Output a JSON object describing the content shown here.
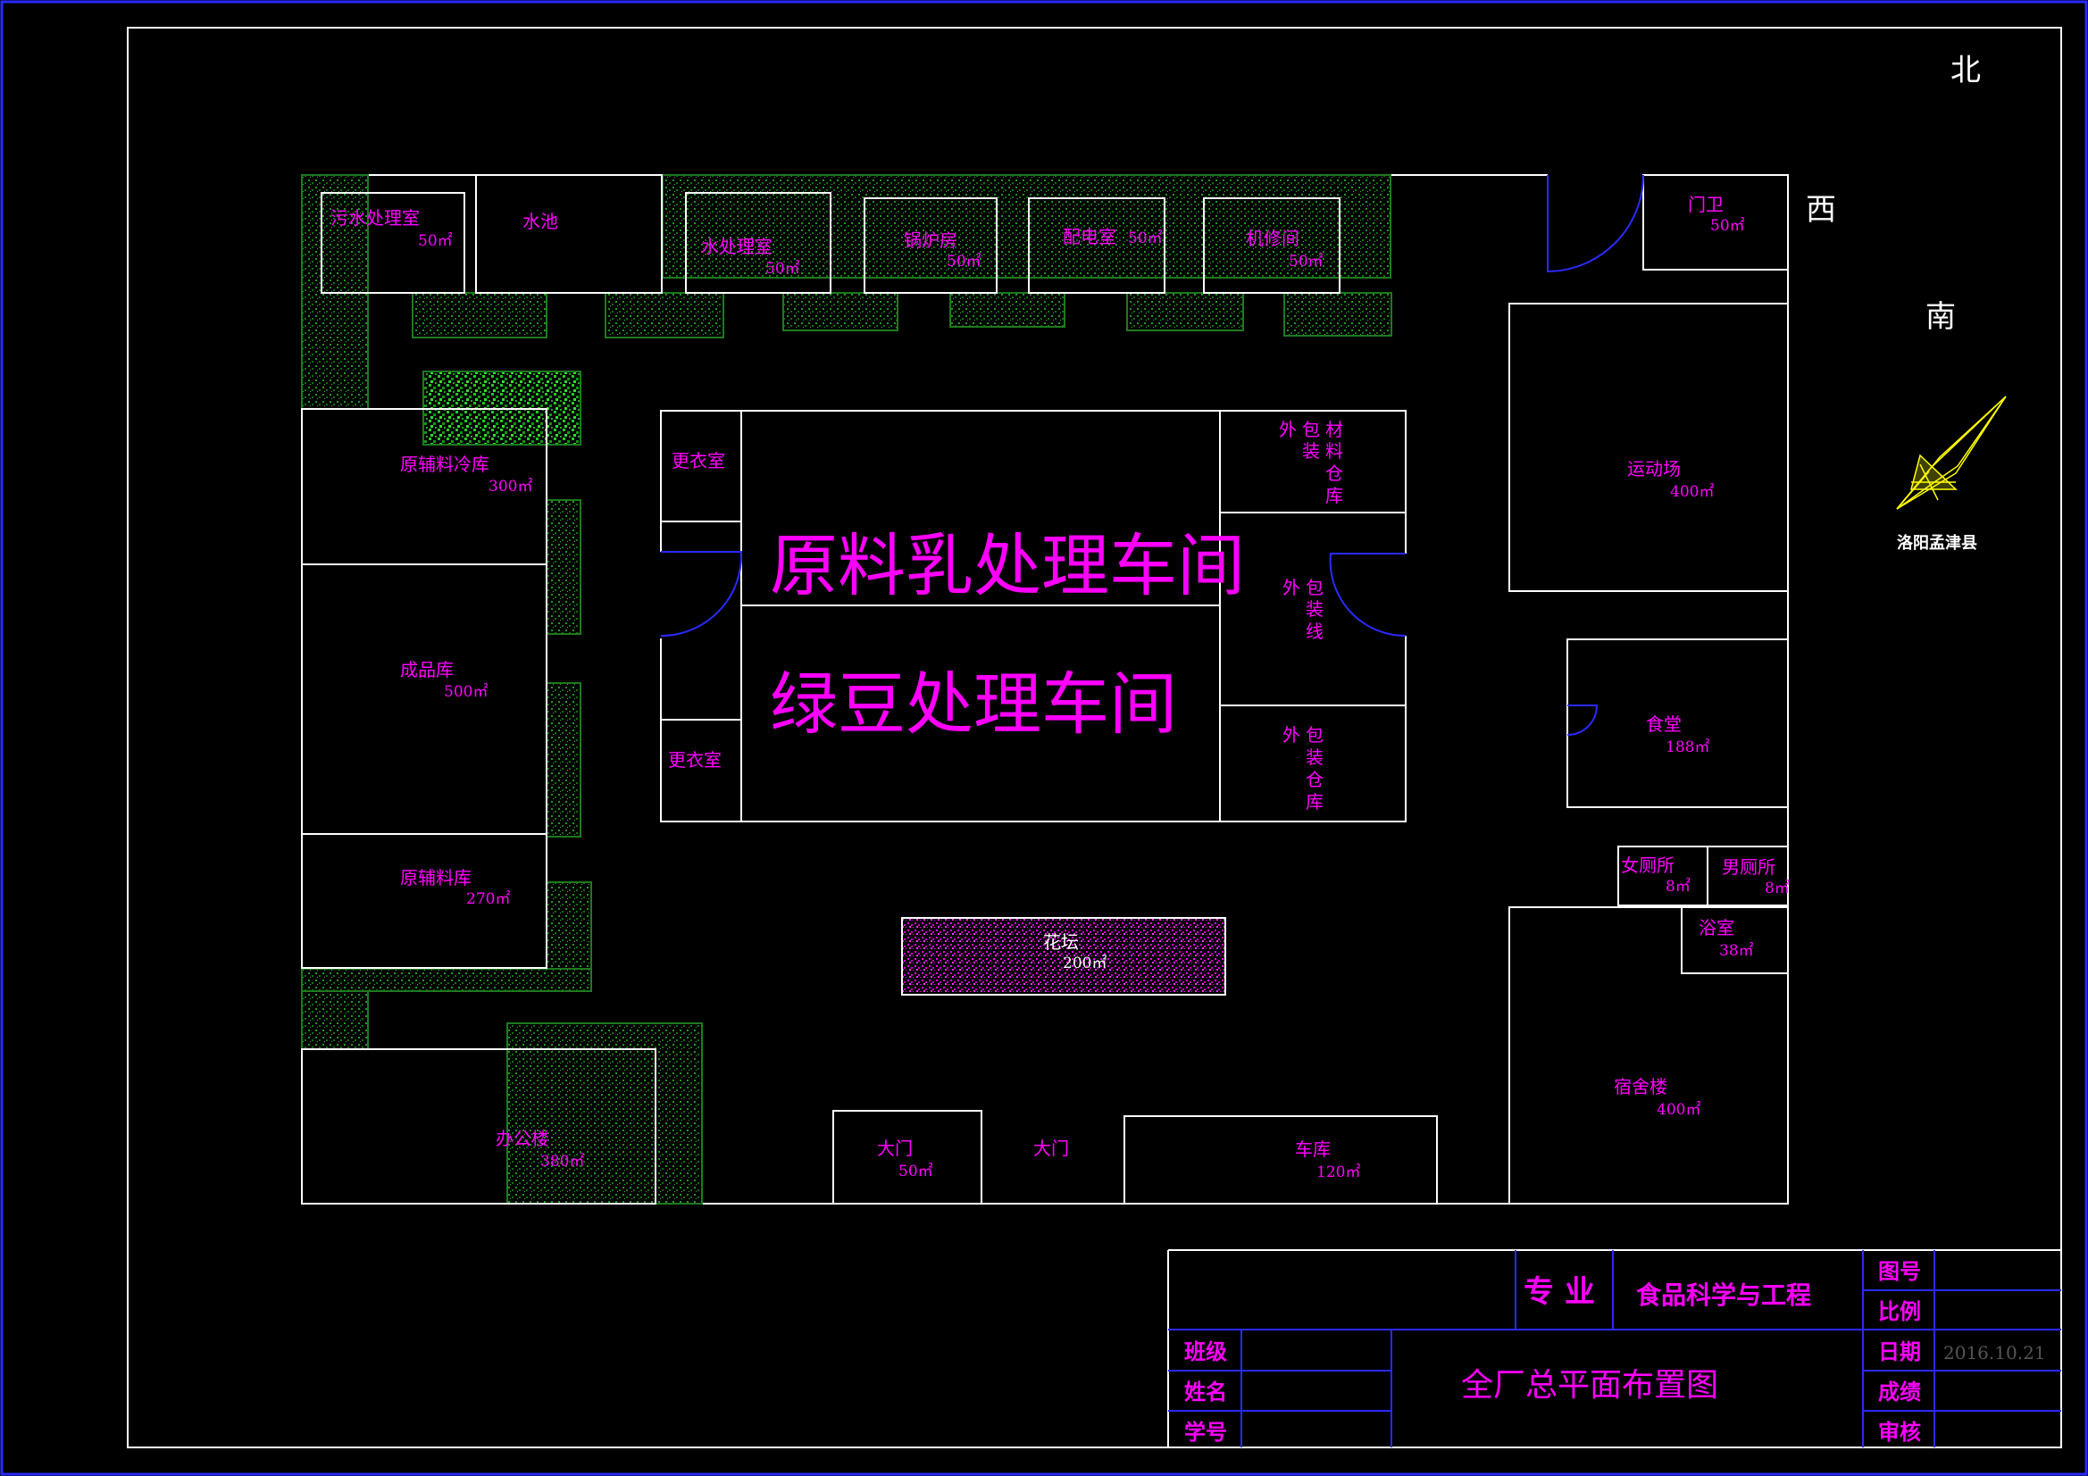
{
  "compass": {
    "north": "北",
    "west": "西",
    "south": "南",
    "location": "洛阳孟津县"
  },
  "rooms": {
    "sewage": {
      "name": "污水处理室",
      "area": "50㎡"
    },
    "pool": {
      "name": "水池"
    },
    "water_treat": {
      "name": "水处理室",
      "area": "50㎡"
    },
    "boiler": {
      "name": "锅炉房",
      "area": "50㎡"
    },
    "power": {
      "name": "配电室",
      "area": "50㎡"
    },
    "repair": {
      "name": "机修间",
      "area": "50㎡"
    },
    "guard": {
      "name": "门卫",
      "area": "50㎡"
    },
    "cold_store": {
      "name": "原辅料冷库",
      "area": "300㎡"
    },
    "product_store": {
      "name": "成品库",
      "area": "500㎡"
    },
    "raw_store": {
      "name": "原辅料库",
      "area": "270㎡"
    },
    "office": {
      "name": "办公楼",
      "area": "380㎡"
    },
    "locker1": {
      "name": "更衣室"
    },
    "locker2": {
      "name": "更衣室"
    },
    "pack_material": {
      "name": "外包材装料仓库"
    },
    "pack_line": {
      "name": "外包装线"
    },
    "pack_store": {
      "name": "外包装仓库"
    },
    "milk_workshop": {
      "name": "原料乳处理车间"
    },
    "bean_workshop": {
      "name": "绿豆处理车间"
    },
    "flowerbed": {
      "name": "花坛",
      "area": "200㎡"
    },
    "gate_house": {
      "name": "大门",
      "area": "50㎡"
    },
    "gate": {
      "name": "大门"
    },
    "garage": {
      "name": "车库",
      "area": "120㎡"
    },
    "sports": {
      "name": "运动场",
      "area": "400㎡"
    },
    "canteen": {
      "name": "食堂",
      "area": "188㎡"
    },
    "wc_f": {
      "name": "女厕所",
      "area": "8㎡"
    },
    "wc_m": {
      "name": "男厕所",
      "area": "8㎡"
    },
    "bath": {
      "name": "浴室",
      "area": "38㎡"
    },
    "dorm": {
      "name": "宿舍楼",
      "area": "400㎡"
    }
  },
  "title_block": {
    "major_label": "专 业",
    "major_value": "食品科学与工程",
    "drawing_no": "图号",
    "scale": "比例",
    "date_label": "日期",
    "date_value": "2016.10.21",
    "grade": "成绩",
    "review": "审核",
    "class": "班级",
    "name": "姓名",
    "student_id": "学号",
    "title": "全厂总平面布置图"
  },
  "colors": {
    "text": "#ff00ff",
    "lines": "#ffffff",
    "frame_blue": "#2a2aff",
    "green": "#1e7a1e"
  }
}
